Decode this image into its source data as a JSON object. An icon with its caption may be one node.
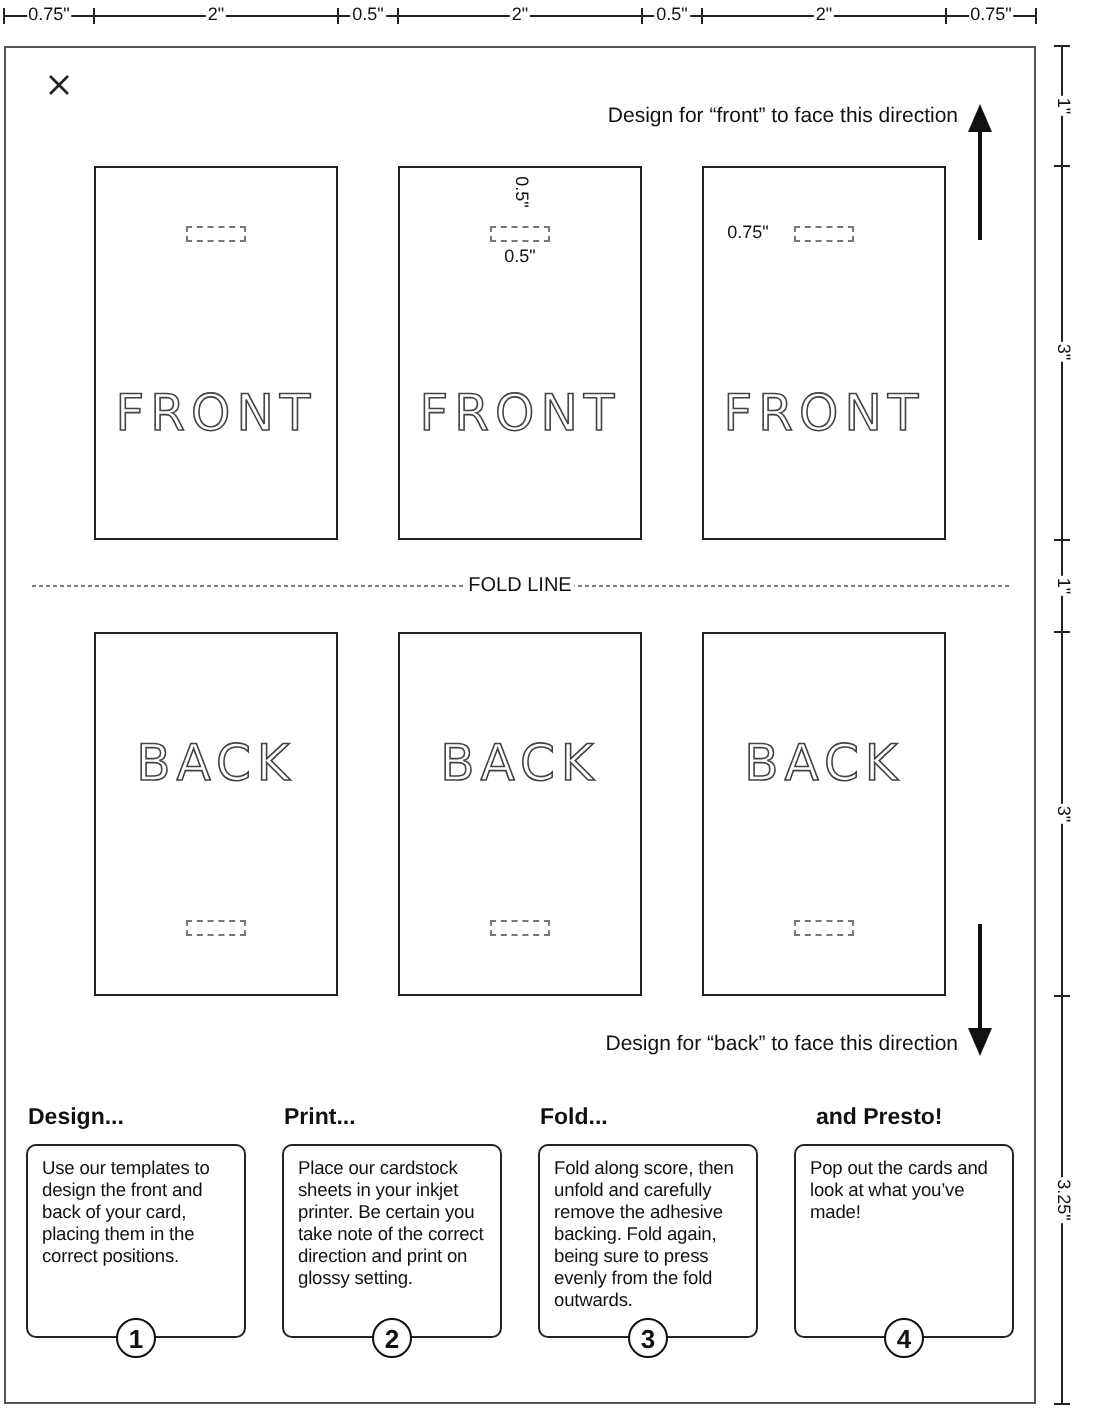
{
  "diagram": {
    "nodes": [
      {
        "text": [
          "FRONT"
        ]
      },
      {
        "text": [
          "FRONT"
        ]
      },
      {
        "text": [
          "FRONT"
        ]
      },
      {
        "text": [
          "BACK"
        ]
      },
      {
        "text": [
          "BACK"
        ]
      },
      {
        "text": [
          "BACK"
        ]
      },
      {
        "text": [
          "Design...",
          "Use our templates to design the front and back of your card, placing them in the correct positions."
        ]
      },
      {
        "text": [
          "1"
        ]
      },
      {
        "text": [
          "Print...",
          "Place our cardstock sheets in your inkjet printer. Be certain you take note of the correct direction and print on glossy setting."
        ]
      },
      {
        "text": [
          "2"
        ]
      },
      {
        "text": [
          "Fold...",
          "Fold along score, then unfold and carefully remove the adhesive backing. Fold again, being sure to press evenly from the fold outwards."
        ]
      },
      {
        "text": [
          "3"
        ]
      },
      {
        "text": [
          "and Presto!",
          "Pop out the cards and look at what you’ve made!"
        ]
      },
      {
        "text": [
          "4"
        ]
      }
    ],
    "labels": [
      "0.75\"",
      "2\"",
      "0.5\"",
      "2\"",
      "0.5\"",
      "2\"",
      "0.75\"",
      "1\"",
      "Design for  “front” to face this direction",
      "0.5\"",
      "0.5\"",
      "0.75\"",
      "3\"",
      "FOLD LINE",
      "1\"",
      "3\"",
      "Design for  “back” to face this direction",
      "3.25\""
    ]
  }
}
